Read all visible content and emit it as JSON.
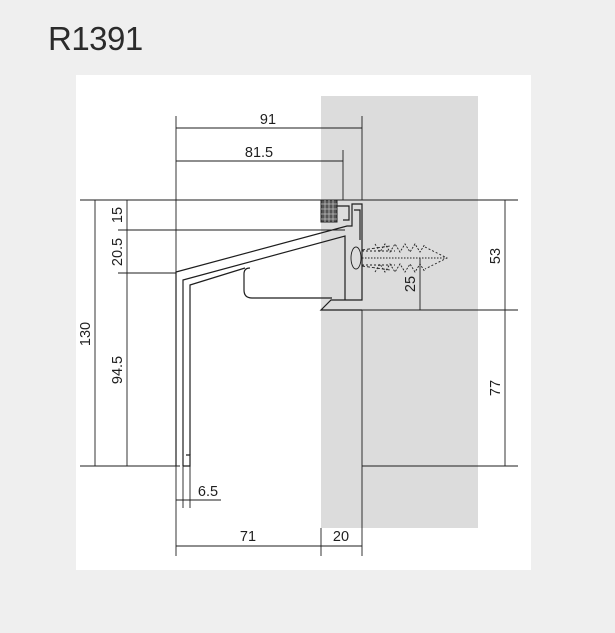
{
  "title": "R1391",
  "colors": {
    "background": "#efefef",
    "sheet": "#ffffff",
    "wall": "#dcdcdc",
    "line": "#1e1e1e"
  },
  "dimensions": {
    "width_91": "91",
    "width_81_5": "81.5",
    "height_15": "15",
    "height_20_5": "20.5",
    "height_130": "130",
    "height_94_5": "94.5",
    "height_53": "53",
    "height_25": "25",
    "height_77": "77",
    "width_6_5": "6.5",
    "width_71": "71",
    "width_20": "20"
  }
}
